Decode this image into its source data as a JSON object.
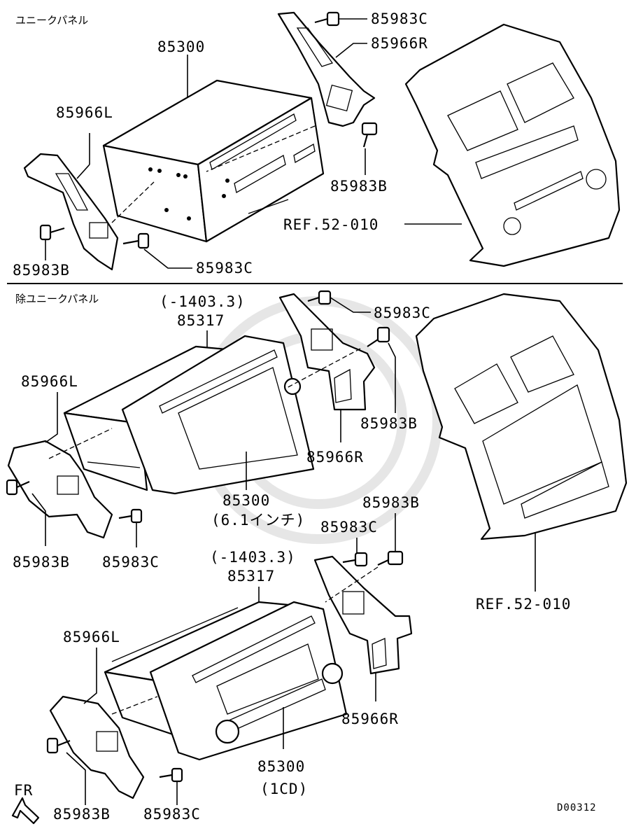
{
  "sections": {
    "top_label": "ユニークパネル",
    "bottom_label": "除ユニークパネル"
  },
  "labels": {
    "t_85300": "85300",
    "t_85966L": "85966L",
    "t_85983B_left": "85983B",
    "t_85983C_left": "85983C",
    "t_85983C_top": "85983C",
    "t_85966R": "85966R",
    "t_85983B_right": "85983B",
    "t_ref": "REF.52-010",
    "m_date": "(-1403.3)",
    "m_85317": "85317",
    "m_85983C_top": "85983C",
    "m_85966L": "85966L",
    "m_85983B_right": "85983B",
    "m_85966R": "85966R",
    "m_85300": "85300",
    "m_85300_note": "(6.1インチ)",
    "m_85983B_left": "85983B",
    "m_85983C_left": "85983C",
    "b_85983B_top": "85983B",
    "b_85983C_top": "85983C",
    "b_date": "(-1403.3)",
    "b_85317": "85317",
    "b_ref": "REF.52-010",
    "b_85966L": "85966L",
    "b_85966R": "85966R",
    "b_85300": "85300",
    "b_85300_note": "(1CD)",
    "b_85983B": "85983B",
    "b_85983C": "85983C",
    "fr": "FR",
    "diagram_id": "D00312"
  }
}
